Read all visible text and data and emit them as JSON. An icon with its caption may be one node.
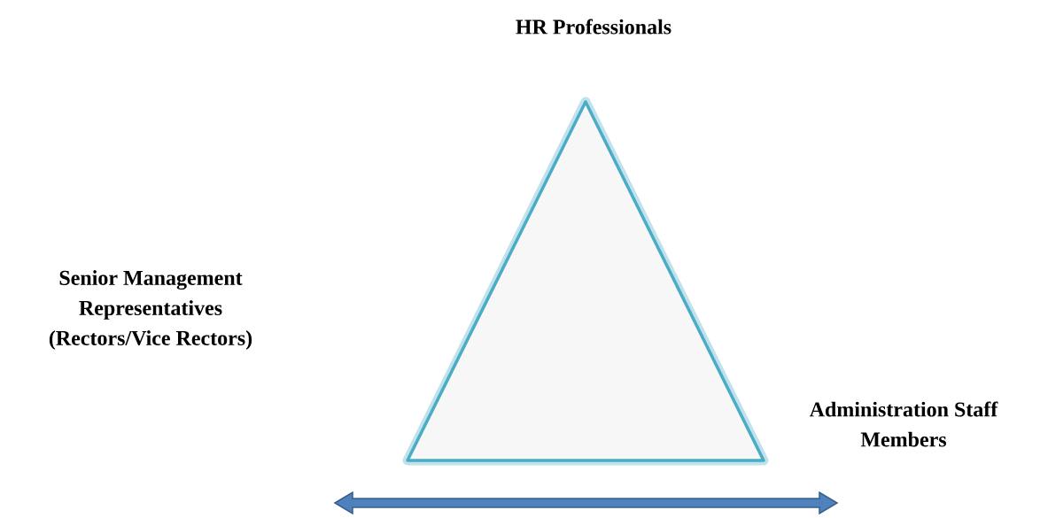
{
  "diagram": {
    "nodes": [
      {
        "text": [
          "HR Professionals"
        ]
      },
      {
        "text": [],
        "shape": "triangle"
      },
      {
        "text": [
          "Senior Management Representatives (Rectors/Vice Rectors)"
        ]
      },
      {
        "text": [
          "Administration Staff Members"
        ]
      }
    ]
  }
}
